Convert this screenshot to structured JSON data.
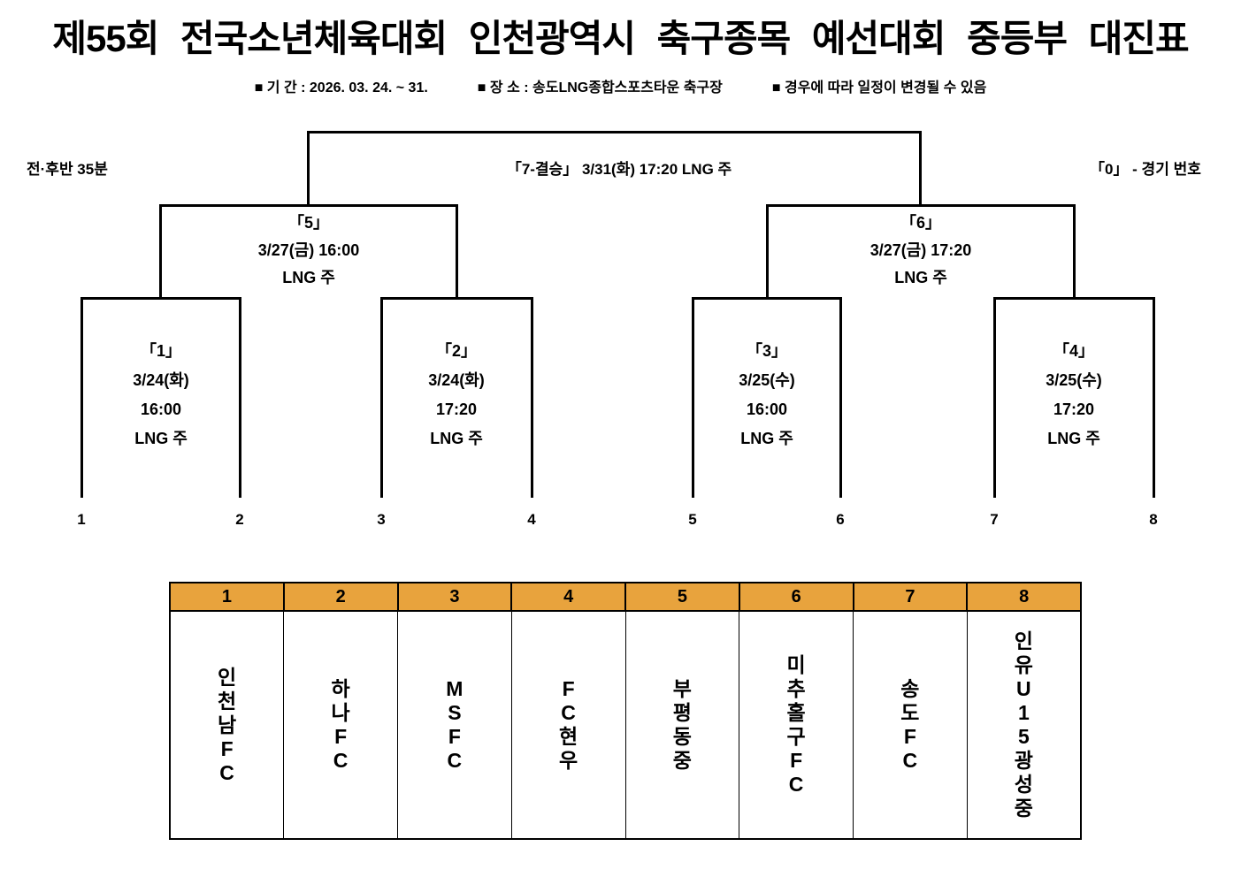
{
  "page": {
    "title": "제55회 전국소년체육대회 인천광역시 축구종목 예선대회 중등부 대진표",
    "info": {
      "period": "■ 기 간 : 2026. 03. 24. ~ 31.",
      "venue": "■ 장 소 : 송도LNG종합스포츠타운 축구장",
      "note": "■ 경우에 따라 일정이 변경될 수 있음"
    }
  },
  "bracket": {
    "match_duration_note": "전·후반 35분",
    "final_label": "「7-결승」 3/31(화) 17:20 LNG 주",
    "legend_note": "「0」 - 경기 번호",
    "semifinals": [
      {
        "no": "「5」",
        "datetime": "3/27(금) 16:00",
        "venue": "LNG 주"
      },
      {
        "no": "「6」",
        "datetime": "3/27(금) 17:20",
        "venue": "LNG 주"
      }
    ],
    "round1": [
      {
        "no": "「1」",
        "date": "3/24(화)",
        "time": "16:00",
        "venue": "LNG 주"
      },
      {
        "no": "「2」",
        "date": "3/24(화)",
        "time": "17:20",
        "venue": "LNG 주"
      },
      {
        "no": "「3」",
        "date": "3/25(수)",
        "time": "16:00",
        "venue": "LNG 주"
      },
      {
        "no": "「4」",
        "date": "3/25(수)",
        "time": "17:20",
        "venue": "LNG 주"
      }
    ],
    "seeds": [
      "1",
      "2",
      "3",
      "4",
      "5",
      "6",
      "7",
      "8"
    ]
  },
  "entry_table": {
    "header_color": "#E8A33D",
    "header": [
      "1",
      "2",
      "3",
      "4",
      "5",
      "6",
      "7",
      "8"
    ],
    "teams": [
      "인천남FC",
      "하나FC",
      "MSFC",
      "FC현우",
      "부평동중",
      "미추홀구FC",
      "송도FC",
      "인유U15광성중"
    ]
  }
}
